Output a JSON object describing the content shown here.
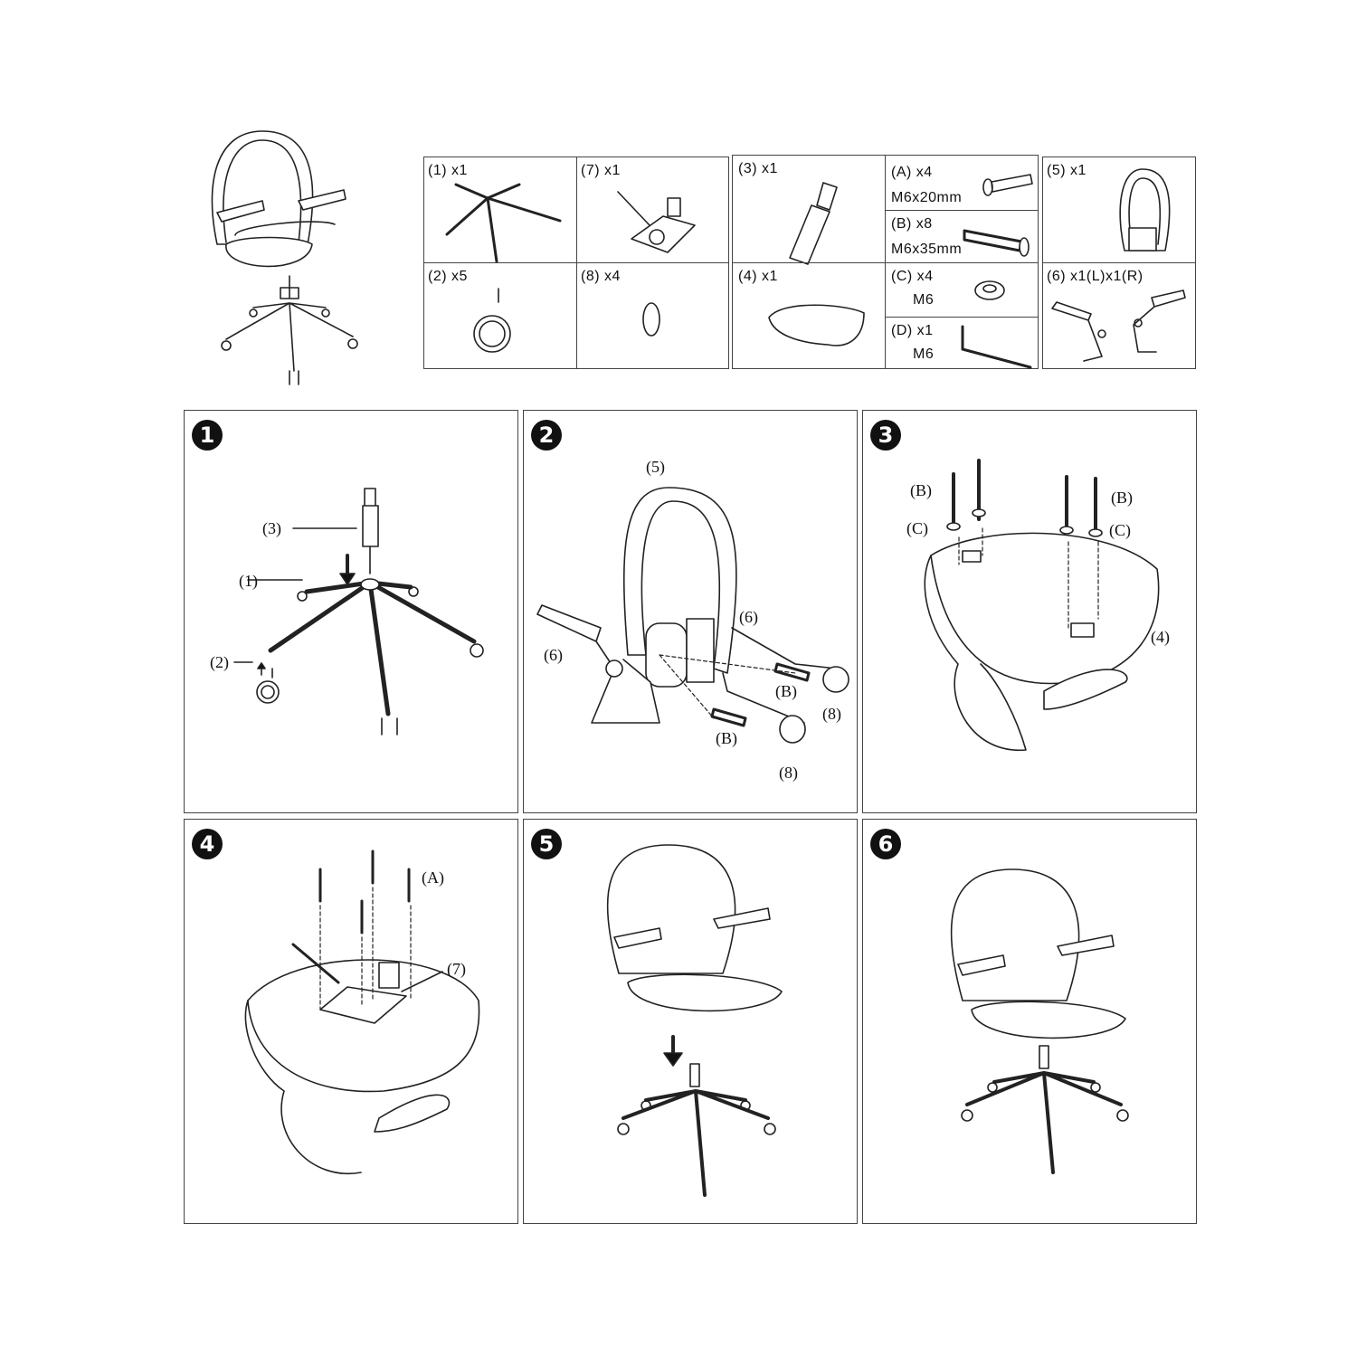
{
  "parts": {
    "p1": {
      "id": "(1)",
      "qty": "x1"
    },
    "p7": {
      "id": "(7)",
      "qty": "x1"
    },
    "p2": {
      "id": "(2)",
      "qty": "x5"
    },
    "p8": {
      "id": "(8)",
      "qty": "x4"
    },
    "p3": {
      "id": "(3)",
      "qty": "x1"
    },
    "p4": {
      "id": "(4)",
      "qty": "x1"
    },
    "pA": {
      "id": "(A)",
      "qty": "x4",
      "size": "M6x20mm"
    },
    "pB": {
      "id": "(B)",
      "qty": "x8",
      "size": "M6x35mm"
    },
    "pC": {
      "id": "(C)",
      "qty": "x4",
      "size": "M6"
    },
    "pD": {
      "id": "(D)",
      "qty": "x1",
      "size": "M6"
    },
    "p5": {
      "id": "(5)",
      "qty": "x1"
    },
    "p6": {
      "id": "(6)",
      "qty": "x1(L)x1(R)"
    }
  },
  "steps": [
    {
      "number": "1",
      "labels": {
        "l3": "(3)",
        "l1": "(1)",
        "l2": "(2)"
      }
    },
    {
      "number": "2",
      "labels": {
        "l5": "(5)",
        "l6a": "(6)",
        "l6b": "(6)",
        "lBa": "(B)",
        "lBb": "(B)",
        "l8a": "(8)",
        "l8b": "(8)"
      }
    },
    {
      "number": "3",
      "labels": {
        "lBa": "(B)",
        "lBb": "(B)",
        "lCa": "(C)",
        "lCb": "(C)",
        "l4": "(4)"
      }
    },
    {
      "number": "4",
      "labels": {
        "lA": "(A)",
        "l7": "(7)"
      }
    },
    {
      "number": "5",
      "labels": {}
    },
    {
      "number": "6",
      "labels": {}
    }
  ]
}
